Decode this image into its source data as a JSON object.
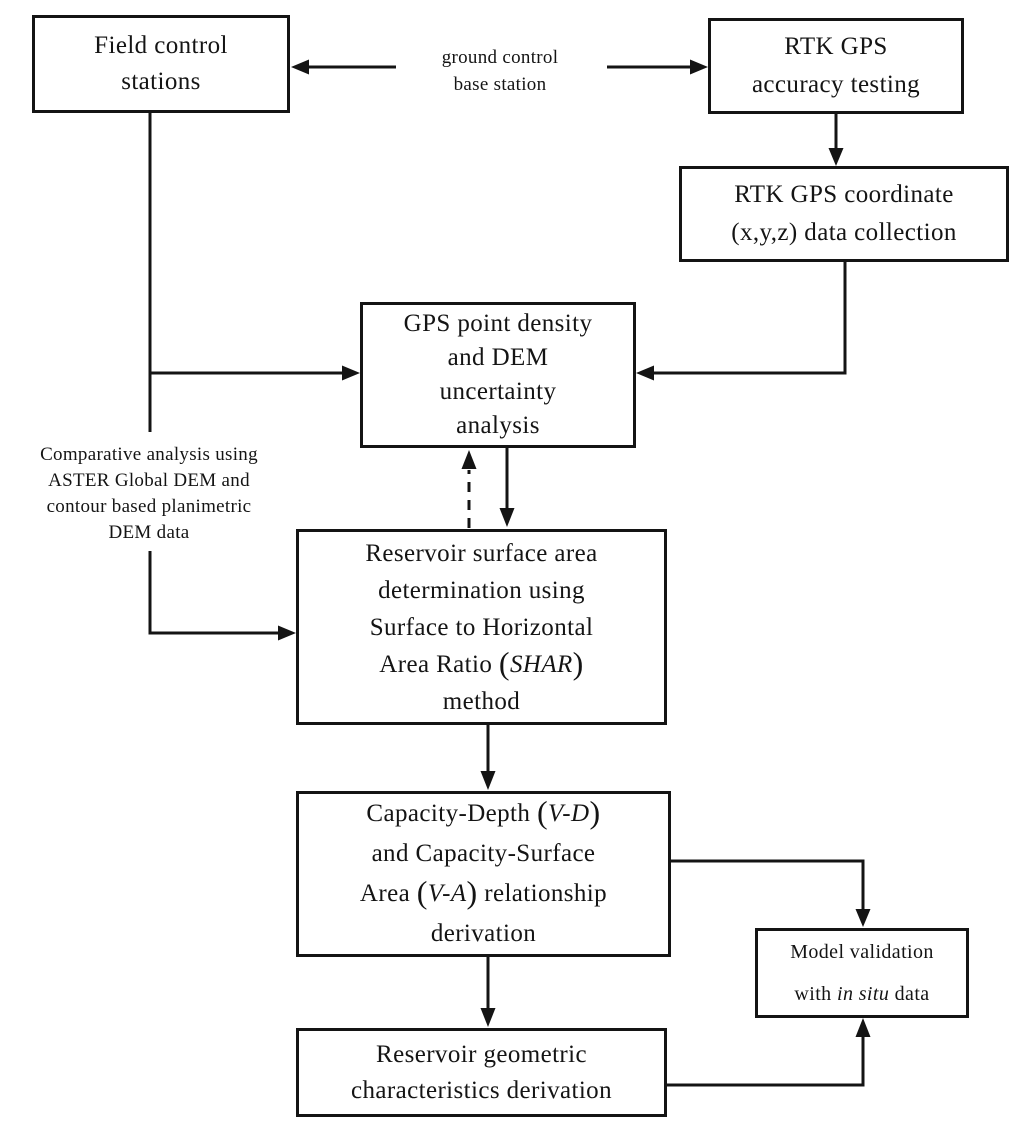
{
  "canvas": {
    "background": "#ffffff",
    "line_color": "#141414"
  },
  "nodes": {
    "field_control": {
      "lines": [
        "Field control",
        "stations"
      ]
    },
    "rtk_accuracy": {
      "lines": [
        "RTK GPS",
        "accuracy testing"
      ]
    },
    "rtk_coordinate": {
      "lines": [
        "RTK GPS coordinate",
        "(x,y,z) data collection"
      ]
    },
    "gps_density": {
      "lines": [
        "GPS point density",
        "and DEM",
        "uncertainty",
        "analysis"
      ]
    },
    "reservoir_surface": {
      "line1": "Reservoir surface area",
      "line2": "determination using",
      "line3": "Surface to Horizontal",
      "line4_pre": "Area Ratio ",
      "line4_open": "(",
      "line4_italic": "SHAR",
      "line4_close": ")",
      "line5": "method"
    },
    "capacity": {
      "line1_pre": "Capacity-Depth ",
      "line1_open": "(",
      "line1_italic": "V-D",
      "line1_close": ")",
      "line2": "and Capacity-Surface",
      "line3_pre": "Area ",
      "line3_open": "(",
      "line3_italic": "V-A",
      "line3_close": ")",
      "line3_post": " relationship",
      "line4": "derivation"
    },
    "model_validation": {
      "line1": "Model validation",
      "line2_pre": "with ",
      "line2_italic": "in situ",
      "line2_post": " data"
    },
    "reservoir_geometric": {
      "lines": [
        "Reservoir geometric",
        "characteristics derivation"
      ]
    }
  },
  "labels": {
    "ground_control": {
      "lines": [
        "ground control",
        "base station"
      ]
    },
    "comparative": {
      "lines": [
        "Comparative analysis using",
        "ASTER Global DEM and",
        "contour based planimetric",
        "DEM data"
      ]
    }
  }
}
